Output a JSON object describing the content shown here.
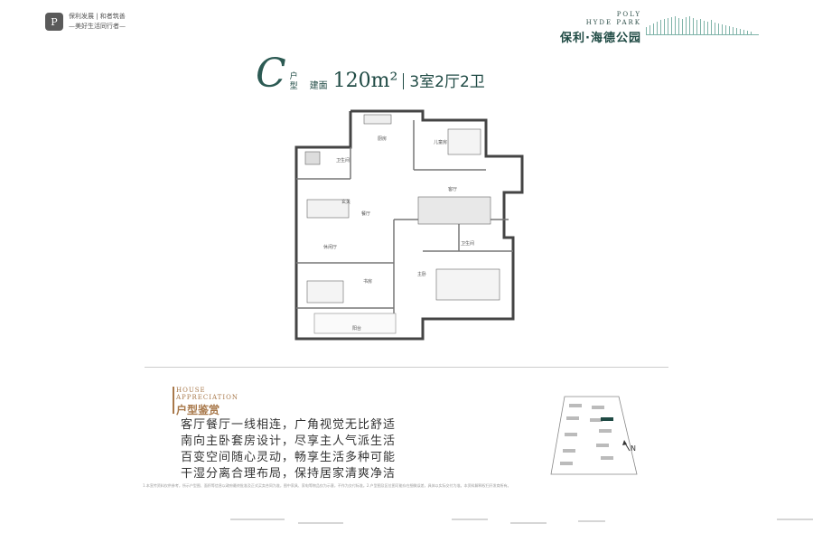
{
  "header": {
    "developer_logo_letter": "P",
    "developer_line1": "保利发展 | 和者筑善",
    "developer_line2": "—美好生活同行者—",
    "project_en_line1": "POLY",
    "project_en_line2": "HYDE PARK",
    "project_cn": "保利·海德公园"
  },
  "unit": {
    "type_letter": "C",
    "type_suffix": "户型",
    "area_label": "建面",
    "area_value": "120m²",
    "layout": "3室2厅2卫"
  },
  "floor_plan": {
    "rooms": {
      "kitchen": "厨房",
      "bath1": "卫生间",
      "entry": "玄关",
      "dining": "餐厅",
      "living": "客厅",
      "kids_room": "儿童房",
      "leisure": "休闲厅",
      "study": "书房",
      "bath2": "卫生间",
      "master": "主卧",
      "balcony": "阳台"
    }
  },
  "appreciation": {
    "en_line1": "HOUSE",
    "en_line2": "APPRECIATION",
    "cn": "户型鉴赏",
    "lines": [
      "客厅餐厅一线相连，广角视觉无比舒适",
      "南向主卧套房设计，尽享主人气派生活",
      "百变空间随心灵动，畅享生活多种可能",
      "干湿分离合理布局，保持居家清爽净洁"
    ]
  },
  "site_map": {
    "north_label": "N"
  },
  "disclaimer": "1.本宣传资料仅供参考，所示户型图、面积等信息以政府最终批准及正式买卖合同为准，图中家具、家电等物品仅为示意，不作为交付标准。2.户型图及区位图可能存在细微误差，具体以实际交付为准。本资料解释权归开发商所有。",
  "colors": {
    "brand_green": "#1f4a44",
    "accent_gold": "#a8784a"
  }
}
